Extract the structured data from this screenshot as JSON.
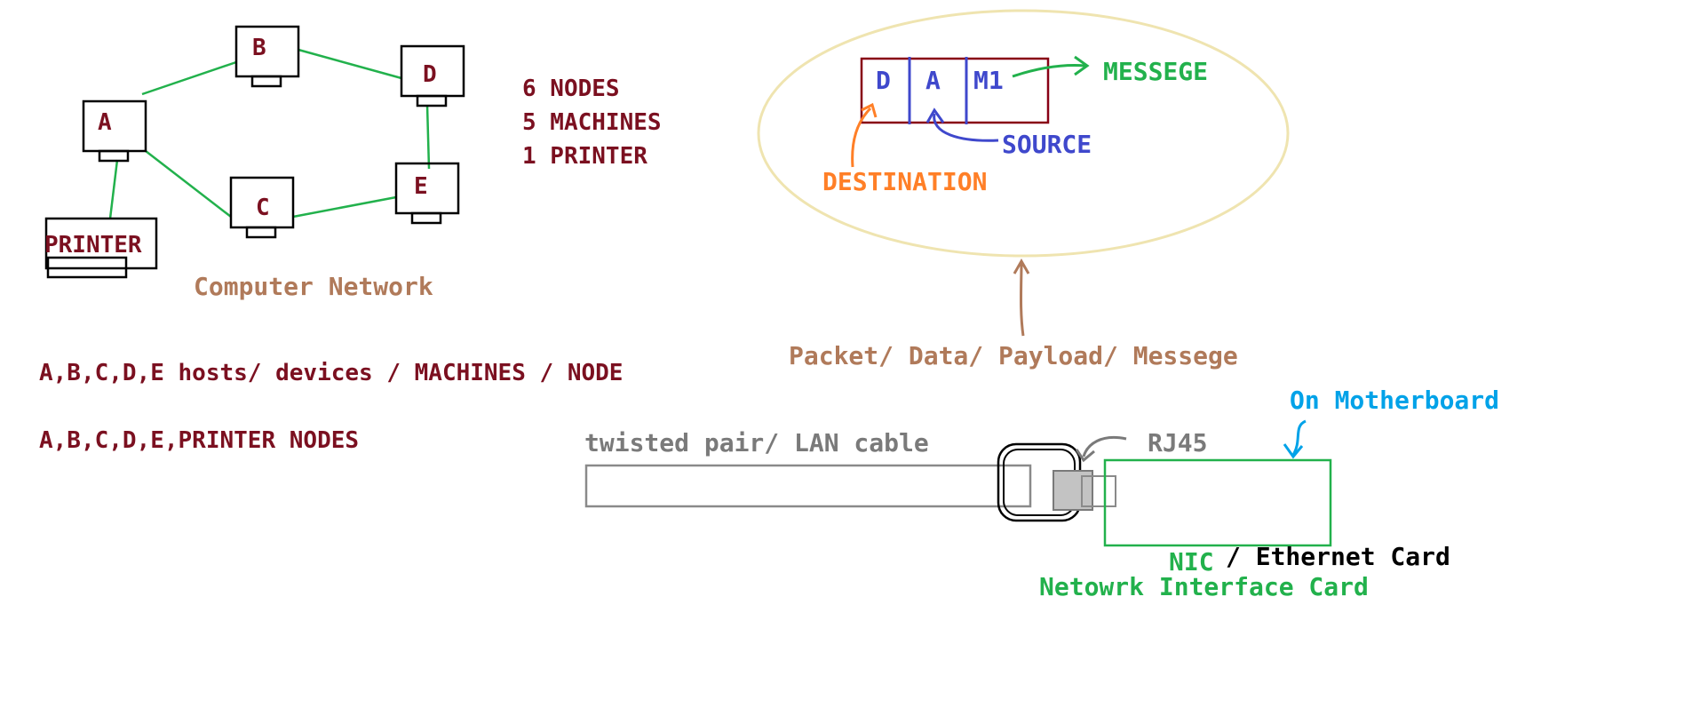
{
  "network": {
    "nodes": {
      "a": "A",
      "b": "B",
      "c": "C",
      "d": "D",
      "e": "E",
      "printer": "PRINTER"
    },
    "caption": "Computer Network"
  },
  "counts": [
    "6 NODES",
    "5 MACHINES",
    "1 PRINTER"
  ],
  "notes": [
    "A,B,C,D,E hosts/ devices / MACHINES / NODE",
    "A,B,C,D,E,PRINTER NODES"
  ],
  "packet": {
    "cells": [
      "D",
      "A",
      "M1"
    ],
    "message_label": "MESSEGE",
    "source_label": "SOURCE",
    "destination_label": "DESTINATION",
    "caption": "Packet/ Data/ Payload/ Messege"
  },
  "hardware": {
    "cable_label": "twisted pair/ LAN cable",
    "connector_label": "RJ45",
    "motherboard_label": "On Motherboard",
    "nic_label": "NIC",
    "ethernet_label": "/ Ethernet Card",
    "nic_full": "Netowrk Interface Card"
  },
  "colors": {
    "maroon": "#7b1020",
    "green": "#22b14c",
    "blue": "#3f48cc",
    "orange": "#ff7f27",
    "sky": "#00a2e8",
    "brown": "#b07a5a",
    "gray": "#7a7a7a",
    "cream": "#efe4b0"
  }
}
